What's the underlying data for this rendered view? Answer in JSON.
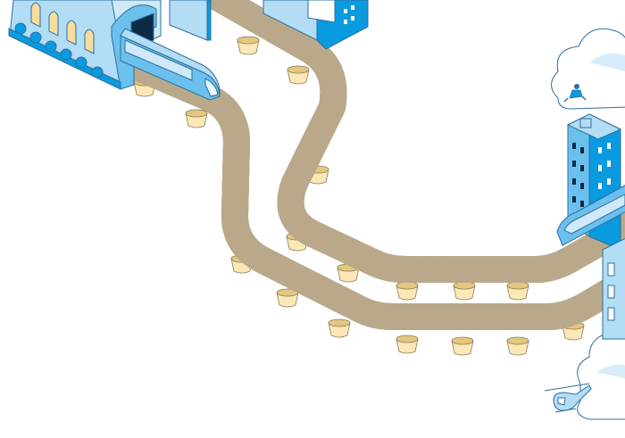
{
  "colors": {
    "track_outer": "#f3e6c2",
    "track_fill": "#fbe8b6",
    "track_inner": "#f1d48f",
    "track_edge": "#b9a98a",
    "building_light": "#b3dcf5",
    "building_mid": "#6cc0ee",
    "building_dark": "#0a9ae0",
    "outline": "#2d6f9c",
    "cloud": "#ffffff",
    "cloud_shade": "#d6ecfa"
  },
  "icons": [
    "train",
    "station",
    "office-building",
    "tower",
    "cloud",
    "helicopter",
    "jetpack-person",
    "tree"
  ]
}
